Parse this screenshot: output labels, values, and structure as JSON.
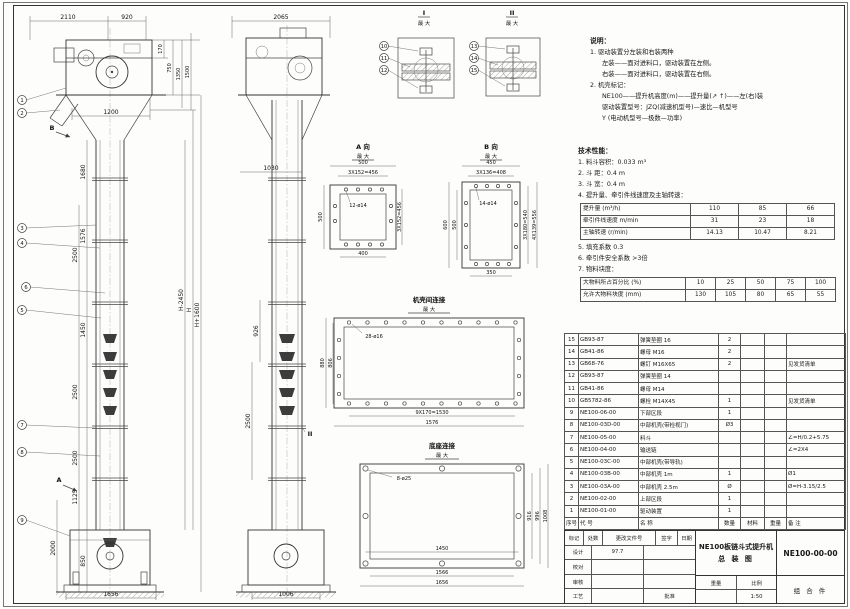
{
  "drawing": {
    "labels": {
      "detail_i": "I",
      "detail_ii": "II",
      "zui_da": "最 大",
      "a_view": "A 向",
      "b_view": "B 向",
      "casing_joint": "机壳间连接",
      "base_joint": "底座连接",
      "section_a": "A",
      "section_b": "B",
      "marker_ii": "II"
    },
    "balloons": {
      "b1": "1",
      "b2": "2",
      "b3": "3",
      "b4": "4",
      "b5": "5",
      "b6": "6",
      "b7": "7",
      "b8": "8",
      "b9": "9",
      "b10": "10",
      "b11": "11",
      "b12": "12",
      "b13": "13",
      "b14": "14",
      "b15": "15"
    },
    "dims": {
      "lv_2110": "2110",
      "lv_920": "920",
      "lv_170": "170",
      "lv_750": "750",
      "lv_1350": "1350",
      "lv_1500": "1500",
      "lv_1200": "1200",
      "lv_1680": "1680",
      "lv_1576": "1576",
      "lv_2500a": "2500",
      "lv_1450": "1450",
      "lv_2500b": "2500",
      "lv_2500c": "2500",
      "lv_1125": "1125",
      "lv_2000": "2000",
      "lv_850": "850",
      "lv_1656": "1656",
      "lv_h1600": "H+1600",
      "lv_h": "H",
      "lv_h2450": "H-2450",
      "mv_2065": "2065",
      "mv_1030": "1030",
      "mv_926": "926",
      "mv_2500": "2500",
      "mv_1006": "1006",
      "da_500t": "500",
      "da_456t": "3X152=456",
      "da_500l": "500",
      "da_456r": "3X152=456",
      "da_400": "400",
      "da_note": "12-ø14",
      "db_450": "450",
      "db_408": "3X136=408",
      "db_600": "600",
      "db_500": "500",
      "db_540": "3X180=540",
      "db_556": "4X139=556",
      "db_350": "350",
      "db_note": "14-ø14",
      "jk_note": "28-ø16",
      "jk_880": "880",
      "jk_806": "806",
      "jk_1530": "9X170=1530",
      "jk_1576": "1576",
      "dz_note": "8-ø25",
      "dz_1450": "1450",
      "dz_1566": "1566",
      "dz_1656": "1656",
      "dz_916": "916",
      "dz_996": "996",
      "dz_1008": "1008"
    }
  },
  "notes": {
    "heading": "说明：",
    "lines": [
      "1. 驱动装置分左装和右装两种",
      "左装——面对进料口，驱动装置在左侧。",
      "右装——面对进料口，驱动装置在右侧。",
      "2. 机壳标记：",
      "NE100——提升机高度(m)——提升量(↗ ↑)——左(右)装",
      "驱动装置型号：JZQ(减速机型号)—速比—机型号",
      "Y (电动机型号—极数—功率)"
    ]
  },
  "specs": {
    "heading": "技术性能：",
    "items": [
      "1. 料斗容积：0.033 m³",
      "2. 斗 距：0.4 m",
      "3. 斗 宽：0.4 m",
      "4. 提升量、牵引件线速度及主轴转速："
    ],
    "table1": {
      "rows": [
        [
          "提升量 (m³/h)",
          "110",
          "85",
          "66"
        ],
        [
          "牵引件线速度 m/min",
          "31",
          "23",
          "18"
        ],
        [
          "主轴转速 (r/min)",
          "14.13",
          "10.47",
          "8.21"
        ]
      ]
    },
    "items2": [
      "5. 填充系数 0.3",
      "6. 牵引件安全系数 >3倍",
      "7. 物料块度："
    ],
    "table2": {
      "rows": [
        [
          "大物料所占百分比 (%)",
          "10",
          "25",
          "50",
          "75",
          "100"
        ],
        [
          "允许大物料块度 (mm)",
          "130",
          "105",
          "80",
          "65",
          "55"
        ]
      ]
    }
  },
  "bom": {
    "rows": [
      [
        "15",
        "GB93-87",
        "弹簧垫圈 16",
        "2",
        "",
        "",
        ""
      ],
      [
        "14",
        "GB41-86",
        "螺母 M16",
        "2",
        "",
        "",
        ""
      ],
      [
        "13",
        "GB68-76",
        "螺钉 M16X65",
        "2",
        "",
        "",
        "见发货清单"
      ],
      [
        "12",
        "GB93-87",
        "弹簧垫圈 14",
        "",
        "",
        "",
        ""
      ],
      [
        "11",
        "GB41-86",
        "螺母 M14",
        "",
        "",
        "",
        ""
      ],
      [
        "10",
        "GB5782-86",
        "螺栓 M14X45",
        "1",
        "",
        "",
        "见发货清单"
      ],
      [
        "9",
        "NE100-06-00",
        "下部区段",
        "1",
        "",
        "",
        ""
      ],
      [
        "8",
        "NE100-03D-00",
        "中部机壳(带检视门)",
        "Ø3",
        "",
        "",
        ""
      ],
      [
        "7",
        "NE100-05-00",
        "料斗",
        "",
        "",
        "",
        "∠=H/0.2+5.75"
      ],
      [
        "6",
        "NE100-04-00",
        "输送链",
        "",
        "",
        "",
        "∠=2X4"
      ],
      [
        "5",
        "NE100-03C-00",
        "中部机壳(带导轨)",
        "",
        "",
        "",
        ""
      ],
      [
        "4",
        "NE100-03B-00",
        "中部机壳 1m",
        "1",
        "",
        "",
        "Ø1"
      ],
      [
        "3",
        "NE100-03A-00",
        "中部机壳 2.5m",
        "Ø",
        "",
        "",
        "Ø=H-3.15/2.5"
      ],
      [
        "2",
        "NE100-02-00",
        "上部区段",
        "1",
        "",
        "",
        ""
      ],
      [
        "1",
        "NE100-01-00",
        "驱动装置",
        "1",
        "",
        "",
        ""
      ]
    ],
    "header_rows": [
      [
        "序号",
        "代 号",
        "名 称",
        "数量",
        "材料",
        "重量",
        "备 注"
      ]
    ]
  },
  "titleblock": {
    "title_line1": "NE100板链斗式提升机",
    "title_line2": "总 装 图",
    "drawing_no": "NE100-00-00",
    "part_type": "组 合 件",
    "scale_label": "比例",
    "scale_value": "1:50",
    "weight_label": "重量",
    "rev_row": [
      "标记",
      "处数",
      "更改文件号",
      "签字",
      "日期"
    ],
    "design_label": "设计",
    "design_date": "97.7",
    "check_label": "校对",
    "audit_label": "审核",
    "process_label": "工艺",
    "approve_label": "批准"
  }
}
